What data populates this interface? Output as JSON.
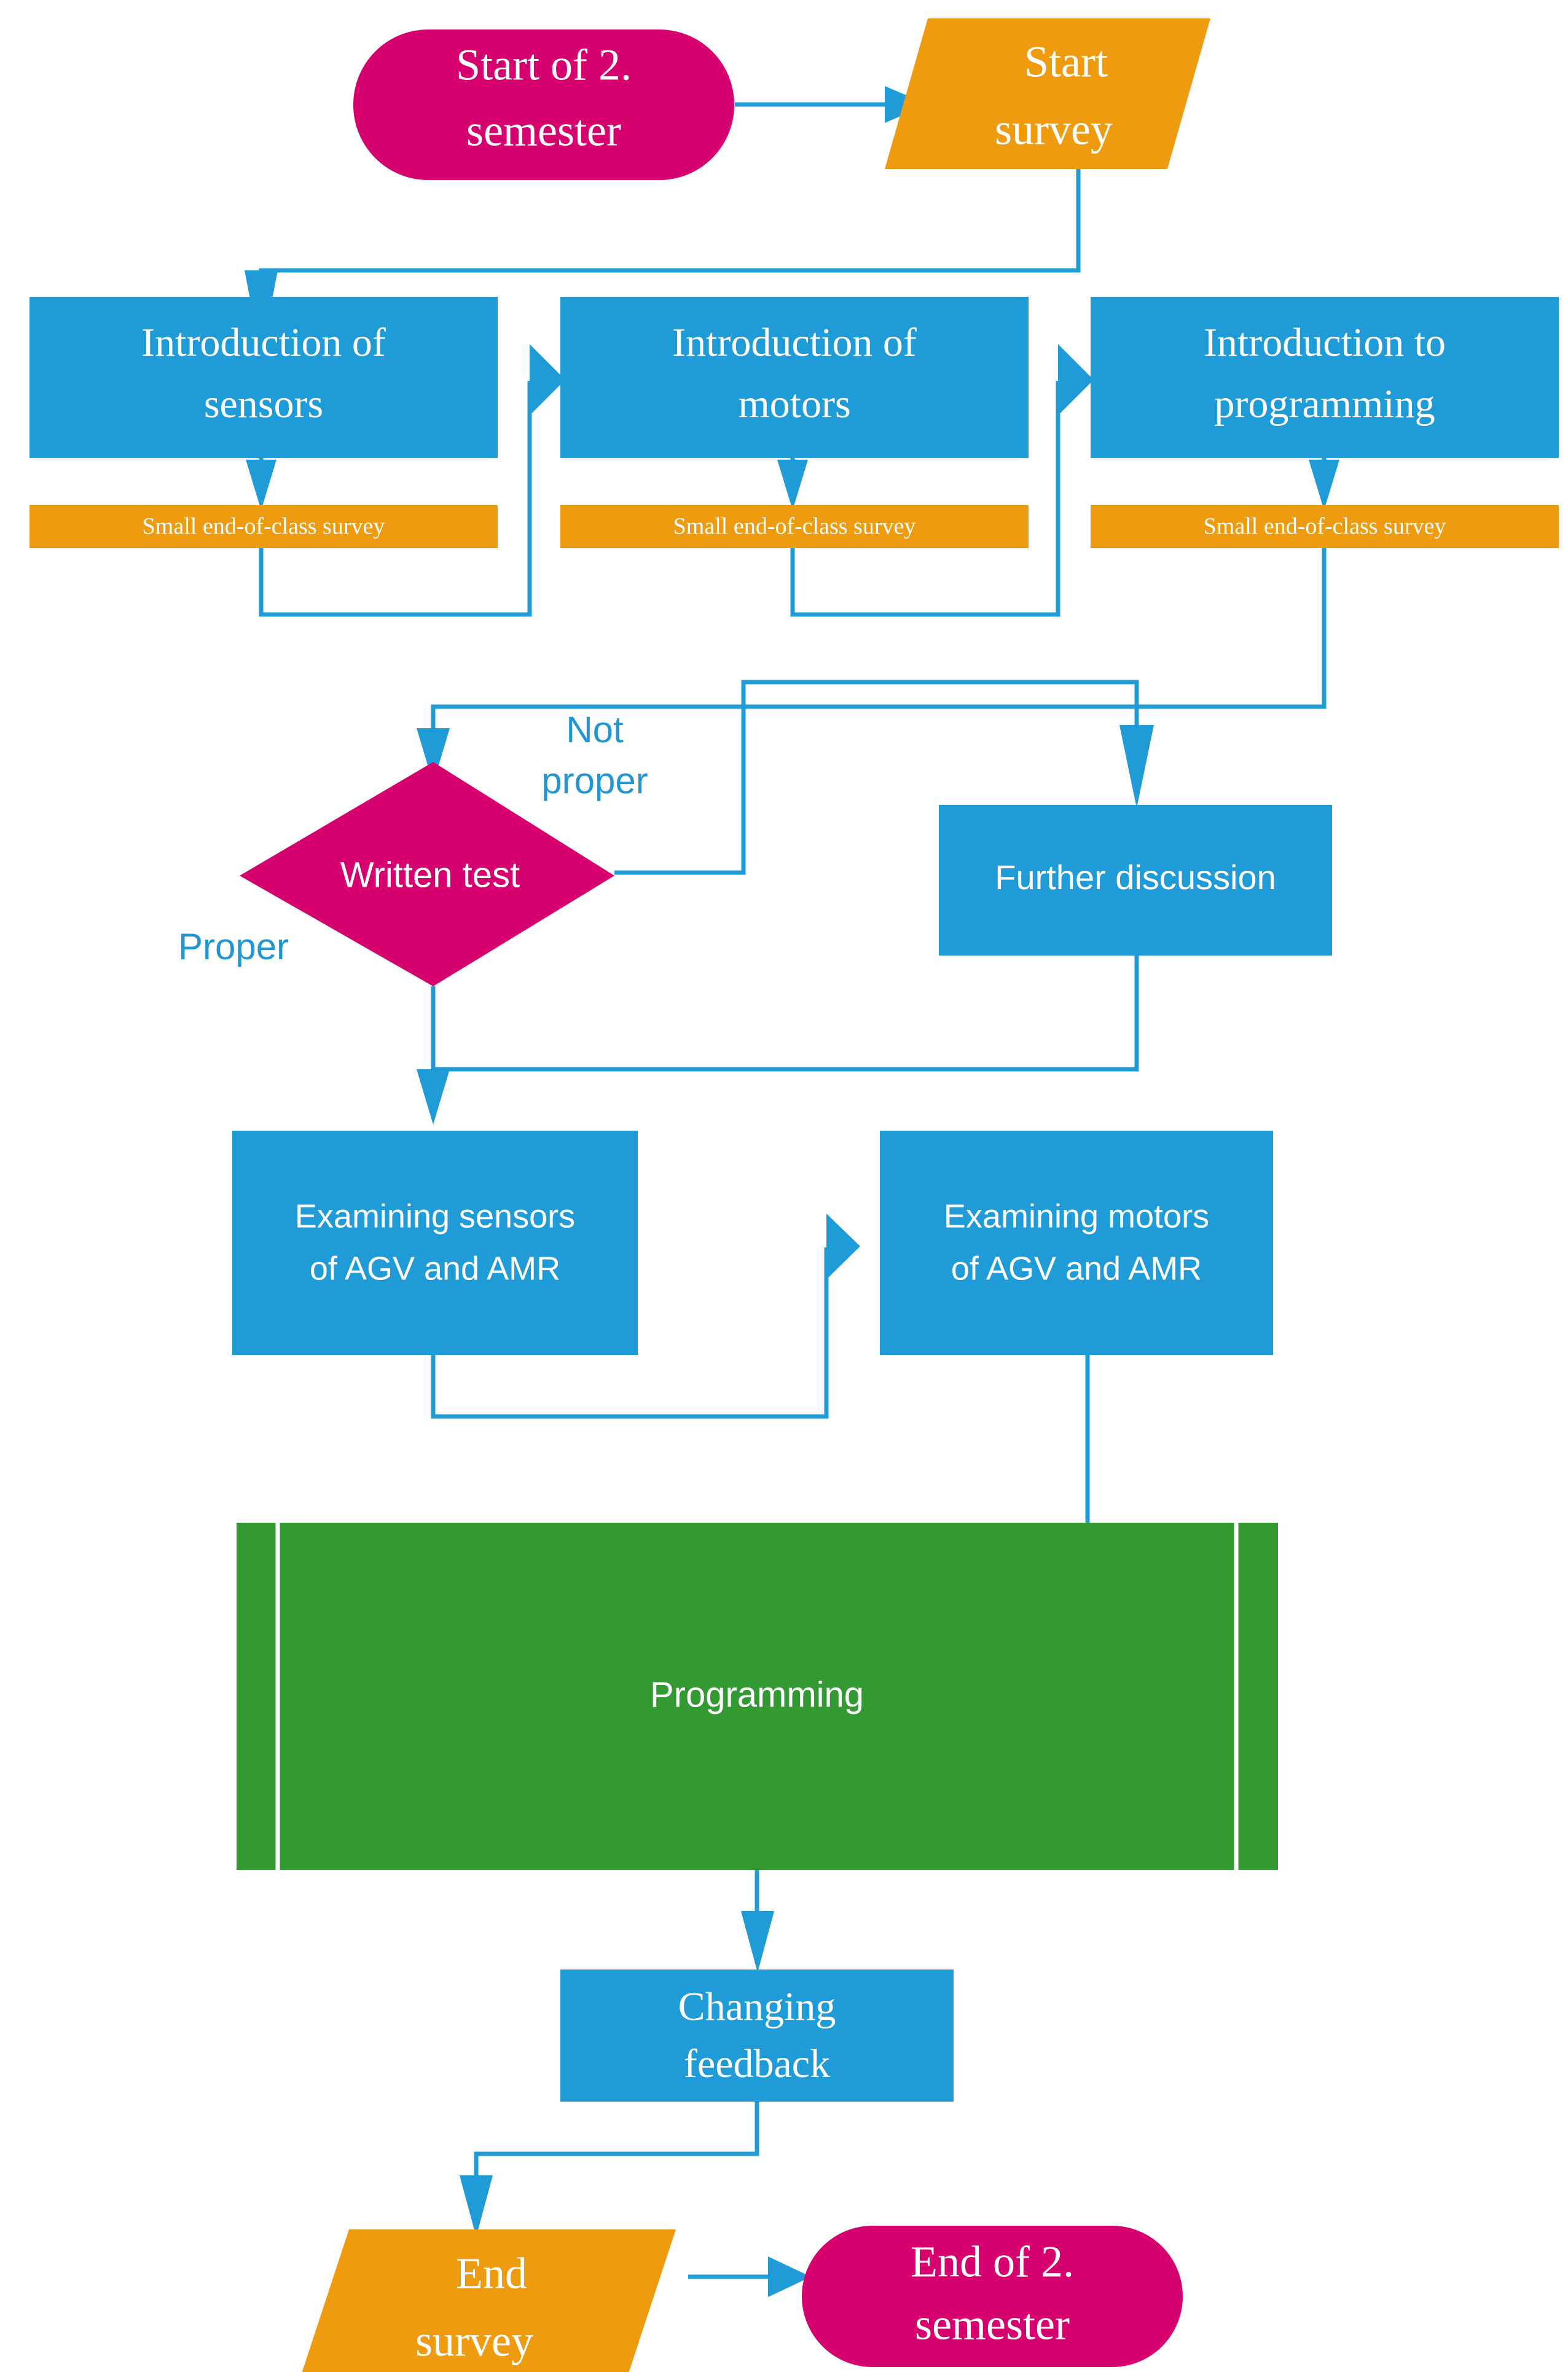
{
  "diagram": {
    "title": "Second semester course flow",
    "type": "flowchart",
    "colors": {
      "terminator": "#D6006E",
      "data": "#EF9B10",
      "process": "#1F9BD7",
      "predefined_process": "#339933",
      "connector": "#1F9BD7",
      "edge_label": "#2196D3",
      "node_text": "#FFFFFF",
      "background": "#FFFFFF"
    },
    "nodes": [
      {
        "id": "start-semester",
        "label": "Start of 2.\nsemester",
        "line1": "Start of 2.",
        "line2": "semester",
        "shape": "terminator",
        "color": "#D6006E"
      },
      {
        "id": "start-survey",
        "label": "Start\nsurvey",
        "line1": "Start",
        "line2": "survey",
        "shape": "parallelogram",
        "color": "#EF9B10"
      },
      {
        "id": "intro-sensors",
        "label": "Introduction of\nsensors",
        "line1": "Introduction of",
        "line2": "sensors",
        "shape": "rect",
        "color": "#1F9BD7"
      },
      {
        "id": "intro-motors",
        "label": "Introduction of\nmotors",
        "line1": "Introduction of",
        "line2": "motors",
        "shape": "rect",
        "color": "#1F9BD7"
      },
      {
        "id": "intro-programming",
        "label": "Introduction to\nprogramming",
        "line1": "Introduction to",
        "line2": "programming",
        "shape": "rect",
        "color": "#1F9BD7"
      },
      {
        "id": "survey-sensors",
        "label": "Small end-of-class survey",
        "shape": "rect",
        "color": "#EF9B10"
      },
      {
        "id": "survey-motors",
        "label": "Small end-of-class survey",
        "shape": "rect",
        "color": "#EF9B10"
      },
      {
        "id": "survey-programming",
        "label": "Small end-of-class survey",
        "shape": "rect",
        "color": "#EF9B10"
      },
      {
        "id": "written-test",
        "label": "Written  test",
        "shape": "diamond",
        "color": "#D6006E"
      },
      {
        "id": "further-discussion",
        "label": "Further discussion",
        "shape": "rect",
        "color": "#1F9BD7"
      },
      {
        "id": "examining-sensors",
        "label": "Examining sensors\nof AGV and AMR",
        "line1": "Examining sensors",
        "line2": "of AGV and AMR",
        "shape": "rect",
        "color": "#1F9BD7"
      },
      {
        "id": "examining-motors",
        "label": "Examining motors\nof AGV and AMR",
        "line1": "Examining motors",
        "line2": "of AGV and AMR",
        "shape": "rect",
        "color": "#1F9BD7"
      },
      {
        "id": "programming",
        "label": "Programming",
        "shape": "predefined-process",
        "color": "#339933"
      },
      {
        "id": "changing-feedback",
        "label": "Changing\nfeedback",
        "line1": "Changing",
        "line2": "feedback",
        "shape": "rect",
        "color": "#1F9BD7"
      },
      {
        "id": "end-survey",
        "label": "End\nsurvey",
        "line1": "End",
        "line2": "survey",
        "shape": "parallelogram",
        "color": "#EF9B10"
      },
      {
        "id": "end-semester",
        "label": "End of 2.\nsemester",
        "line1": "End of 2.",
        "line2": "semester",
        "shape": "terminator",
        "color": "#D6006E"
      }
    ],
    "edge_labels": [
      {
        "id": "not-proper",
        "line1": "Not",
        "line2": "proper"
      },
      {
        "id": "proper",
        "line1": "Proper"
      }
    ],
    "edges": [
      {
        "from": "start-semester",
        "to": "start-survey"
      },
      {
        "from": "start-survey",
        "to": "intro-sensors"
      },
      {
        "from": "intro-sensors",
        "to": "survey-sensors"
      },
      {
        "from": "intro-motors",
        "to": "survey-motors"
      },
      {
        "from": "intro-programming",
        "to": "survey-programming"
      },
      {
        "from": "survey-sensors",
        "to": "intro-motors"
      },
      {
        "from": "survey-motors",
        "to": "intro-programming"
      },
      {
        "from": "survey-programming",
        "to": "written-test"
      },
      {
        "from": "written-test",
        "to": "further-discussion",
        "label": "Not proper"
      },
      {
        "from": "further-discussion",
        "to": "examining-sensors"
      },
      {
        "from": "written-test",
        "to": "examining-sensors",
        "label": "Proper"
      },
      {
        "from": "examining-sensors",
        "to": "examining-motors"
      },
      {
        "from": "examining-motors",
        "to": "programming"
      },
      {
        "from": "programming",
        "to": "changing-feedback"
      },
      {
        "from": "changing-feedback",
        "to": "end-survey"
      },
      {
        "from": "end-survey",
        "to": "end-semester"
      }
    ]
  }
}
